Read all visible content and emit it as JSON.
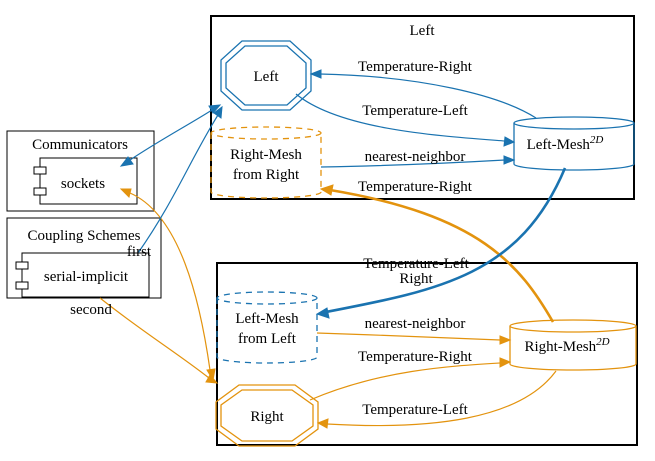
{
  "colors": {
    "blue": "#1a73b0",
    "orange": "#e3930e",
    "black": "#000000"
  },
  "clusters": {
    "left": {
      "label": "Left"
    },
    "right": {
      "label": ""
    }
  },
  "nodes": {
    "left_participant": "Left",
    "left_mesh": {
      "name": "Left-Mesh",
      "sup": "2D"
    },
    "right_mesh_from_right": {
      "line1": "Right-Mesh",
      "line2": "from Right"
    },
    "right_participant": "Right",
    "right_mesh": {
      "name": "Right-Mesh",
      "sup": "2D"
    },
    "left_mesh_from_left": {
      "line1": "Left-Mesh",
      "line2": "from Left"
    }
  },
  "communicators": {
    "title": "Communicators",
    "item": "sockets"
  },
  "coupling": {
    "title": "Coupling Schemes",
    "item": "serial-implicit",
    "first_label": "first",
    "second_label": "second"
  },
  "edge_labels": {
    "temp_right_top": "Temperature-Right",
    "temp_left_top": "Temperature-Left",
    "nn_top": "nearest-neighbor",
    "temp_right_cross": "Temperature-Right",
    "cross_line1": "Temperature-Left",
    "cross_line2": "Right",
    "nn_bottom": "nearest-neighbor",
    "temp_right_bottom": "Temperature-Right",
    "temp_left_bottom": "Temperature-Left"
  }
}
